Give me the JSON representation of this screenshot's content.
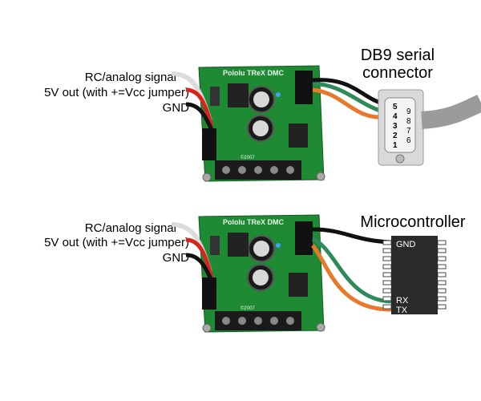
{
  "top": {
    "labels": [
      "RC/analog signal",
      "5V out (with +=Vcc jumper)",
      "GND"
    ],
    "board_name": "Pololu TReX DMC",
    "board_year": "©2007",
    "connector_title_line1": "DB9 serial",
    "connector_title_line2": "connector",
    "pin_numbers": [
      "5",
      "4",
      "3",
      "2",
      "1",
      "9",
      "8",
      "7",
      "6"
    ]
  },
  "bottom": {
    "labels": [
      "RC/analog signal",
      "5V out (with +=Vcc jumper)",
      "GND"
    ],
    "board_name": "Pololu TReX DMC",
    "board_year": "©2007",
    "mcu_title": "Microcontroller",
    "mcu_pins": [
      "GND",
      "RX",
      "TX"
    ]
  },
  "colors": {
    "board": "#1f8a34",
    "wire_white": "#f2f2f2",
    "wire_red": "#d6241c",
    "wire_black": "#111111",
    "wire_orange": "#e8782a",
    "wire_green": "#2f8a5a",
    "mcu_body": "#2a2a2a"
  }
}
